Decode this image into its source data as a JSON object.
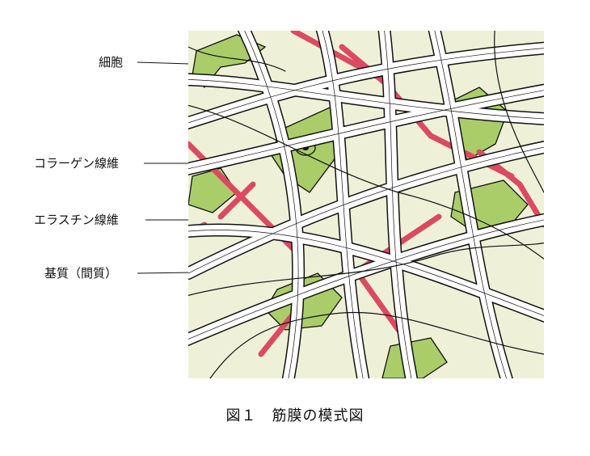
{
  "labels": {
    "cell": "細胞",
    "collagen": "コラーゲン線維",
    "elastin": "エラスチン線維",
    "matrix": "基質（間質）"
  },
  "caption": "図１　筋膜の模式図",
  "colors": {
    "matrix_bg": "#eef1d8",
    "cell": "#aacd6a",
    "elastin": "#dc4a61",
    "fiber_fill": "#ffffff",
    "ink": "#111111"
  }
}
